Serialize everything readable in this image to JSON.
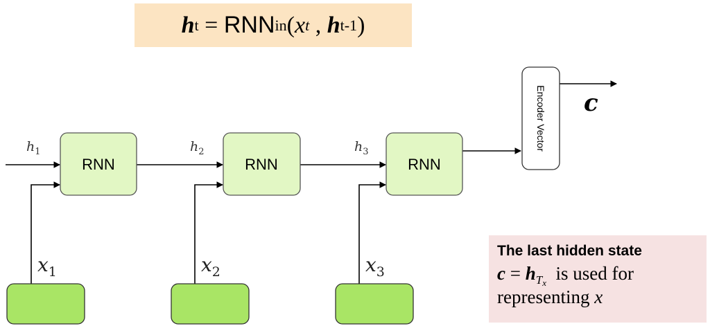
{
  "formula": {
    "h": "h",
    "t_sub": "t",
    "eq": " = ",
    "rnn": "RNN",
    "in_sub": "in",
    "open": "(",
    "x": "x",
    "x_sub": "t",
    "comma": " , ",
    "h2": "h",
    "tm1_sub": "t-1",
    "close": ")"
  },
  "cells": [
    {
      "label": "RNN",
      "hidden": "h",
      "hidden_sub": "1",
      "input": "x",
      "input_sub": "1"
    },
    {
      "label": "RNN",
      "hidden": "h",
      "hidden_sub": "2",
      "input": "x",
      "input_sub": "2"
    },
    {
      "label": "RNN",
      "hidden": "h",
      "hidden_sub": "3",
      "input": "x",
      "input_sub": "3"
    }
  ],
  "encoder": {
    "label": "Encoder Vector",
    "output": "c"
  },
  "note": {
    "title": "The last hidden state",
    "c": "c",
    "eq": " = ",
    "h": "h",
    "h_sub": "T",
    "h_subsub": "x",
    "rest": "  is used for",
    "line3": "representing ",
    "line3_var": "x"
  },
  "colors": {
    "formula_bg": "#fce4c2",
    "node_fill": "#e2f7c4",
    "input_fill": "#a9e565",
    "note_bg": "#f6e2e2"
  }
}
